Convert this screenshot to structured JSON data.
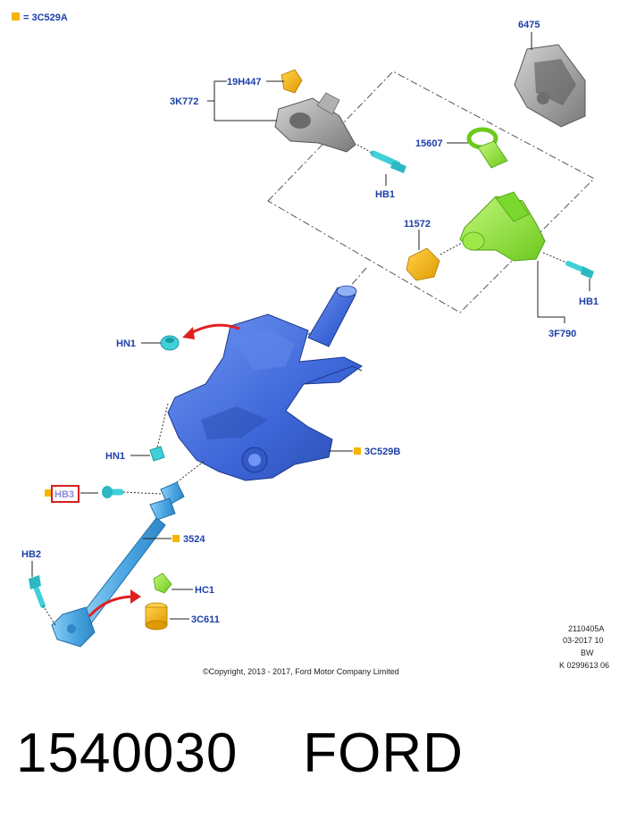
{
  "legend": {
    "marker_color": "#f5b400",
    "text": "= 3C529A"
  },
  "labels": {
    "p6475": "6475",
    "p19H447": "19H447",
    "p3K772": "3K772",
    "p15607": "15607",
    "pHB1_top": "HB1",
    "p11572": "11572",
    "pHB1_right": "HB1",
    "p3F790": "3F790",
    "pHN1_top": "HN1",
    "pHN1_mid": "HN1",
    "p3C529B": "3C529B",
    "pHB3": "HB3",
    "p3524": "3524",
    "pHB2": "HB2",
    "pHC1": "HC1",
    "p3C611": "3C611"
  },
  "refbox": {
    "line1": "2110405A",
    "line2": "03-2017 10",
    "line3": "BW",
    "line4": "K 0299613 06"
  },
  "copyright": "©Copyright, 2013 - 2017, Ford Motor Company Limited",
  "caption": "1540030    FORD",
  "colors": {
    "label_blue": "#1d3fa8",
    "column_blue": "#3f6fe0",
    "shaft_blue": "#5ab2e8",
    "lock_green": "#8fe03a",
    "fastener_cyan": "#3fd0d8",
    "amber": "#f5b400",
    "housing_gray": "#9a9a9a",
    "arrow_red": "#e02020",
    "highlight_red": "#d42020"
  }
}
